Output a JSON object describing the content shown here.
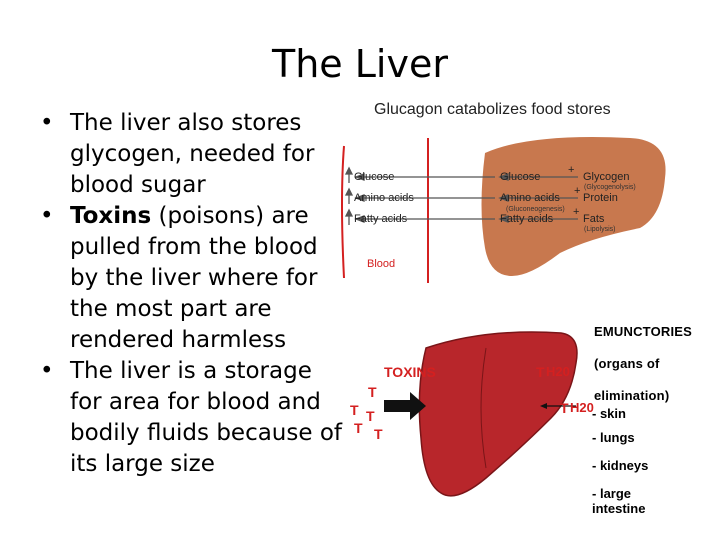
{
  "title": "The Liver",
  "bullets": [
    {
      "bold": "",
      "text": "The liver also stores glycogen, needed for blood sugar"
    },
    {
      "bold": "Toxins",
      "text": " (poisons) are pulled from the blood by the liver where for the most part are rendered harmless"
    },
    {
      "bold": "",
      "text": "The liver is a storage for area for blood and bodily fluids because of its large size"
    }
  ],
  "glucagon_diagram": {
    "title": "Glucagon catabolizes food stores",
    "left_labels": [
      "Glucose",
      "Amino acids",
      "Fatty acids"
    ],
    "blood_label": "Blood",
    "liver_left": [
      "Glucose",
      "Amino acids",
      "Fatty acids"
    ],
    "liver_right": [
      "Glycogen",
      "Protein",
      "Fats"
    ],
    "notes": [
      "(Glycogenolysis)",
      "(Gluconeogenesis)",
      "(Lipolysis)"
    ],
    "plus": "+",
    "colors": {
      "liver": "#c8784e",
      "blood": "#d42020",
      "arrow": "#555555"
    }
  },
  "toxins_diagram": {
    "toxins_label": "TOXINS",
    "t_letter": "T",
    "th2o_label": "H20",
    "emunctories": [
      "EMUNCTORIES",
      "(organs of",
      "elimination)"
    ],
    "organs": [
      "skin",
      "lungs",
      "kidneys",
      "large intestine"
    ],
    "colors": {
      "liver": "#b8262b",
      "text_red": "#d42020"
    }
  }
}
